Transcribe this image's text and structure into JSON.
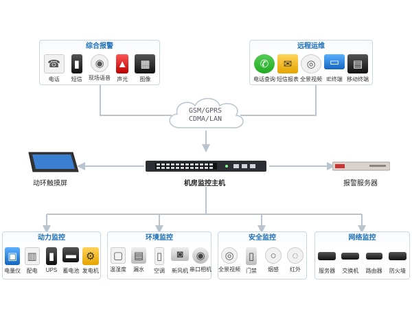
{
  "top_left": {
    "title": "综合报警",
    "items": [
      {
        "label": "电话",
        "icon": "telephone-icon"
      },
      {
        "label": "短信",
        "icon": "mobile-phone-icon"
      },
      {
        "label": "现场语音",
        "icon": "speaker-icon"
      },
      {
        "label": "声光",
        "icon": "alarm-light-icon"
      },
      {
        "label": "图像",
        "icon": "monitor-image-icon"
      }
    ]
  },
  "top_right": {
    "title": "远程运维",
    "items": [
      {
        "label": "电话查询",
        "icon": "phone-query-icon"
      },
      {
        "label": "短信报表",
        "icon": "sms-report-icon"
      },
      {
        "label": "全景视频",
        "icon": "panoramic-video-icon"
      },
      {
        "label": "IE终端",
        "icon": "laptop-icon"
      },
      {
        "label": "移动终端",
        "icon": "tablet-icon"
      }
    ]
  },
  "cloud": {
    "line1": "GSM/GPRS",
    "line2": "CDMA/LAN"
  },
  "center": {
    "host_label": "机房监控主机",
    "touch_label": "动环触摸屏",
    "alarm_server_label": "报警服务器"
  },
  "bottom_panels": [
    {
      "title": "动力监控",
      "items": [
        {
          "label": "电量仪"
        },
        {
          "label": "配电"
        },
        {
          "label": "UPS"
        },
        {
          "label": "蓄电池"
        },
        {
          "label": "发电机"
        }
      ]
    },
    {
      "title": "环境监控",
      "items": [
        {
          "label": "温湿度"
        },
        {
          "label": "漏水"
        },
        {
          "label": "空调"
        },
        {
          "label": "新风机"
        },
        {
          "label": "串口相机"
        }
      ]
    },
    {
      "title": "安全监控",
      "items": [
        {
          "label": "全景视频"
        },
        {
          "label": "门禁"
        },
        {
          "label": "烟感"
        },
        {
          "label": "红外"
        }
      ]
    },
    {
      "title": "网络监控",
      "items": [
        {
          "label": "服务器"
        },
        {
          "label": "交换机"
        },
        {
          "label": "路由器"
        },
        {
          "label": "防火墙"
        }
      ]
    }
  ],
  "colors": {
    "accent": "#1e6fb8",
    "line": "#b9c4cf",
    "panel_border": "#c9d6e3"
  }
}
